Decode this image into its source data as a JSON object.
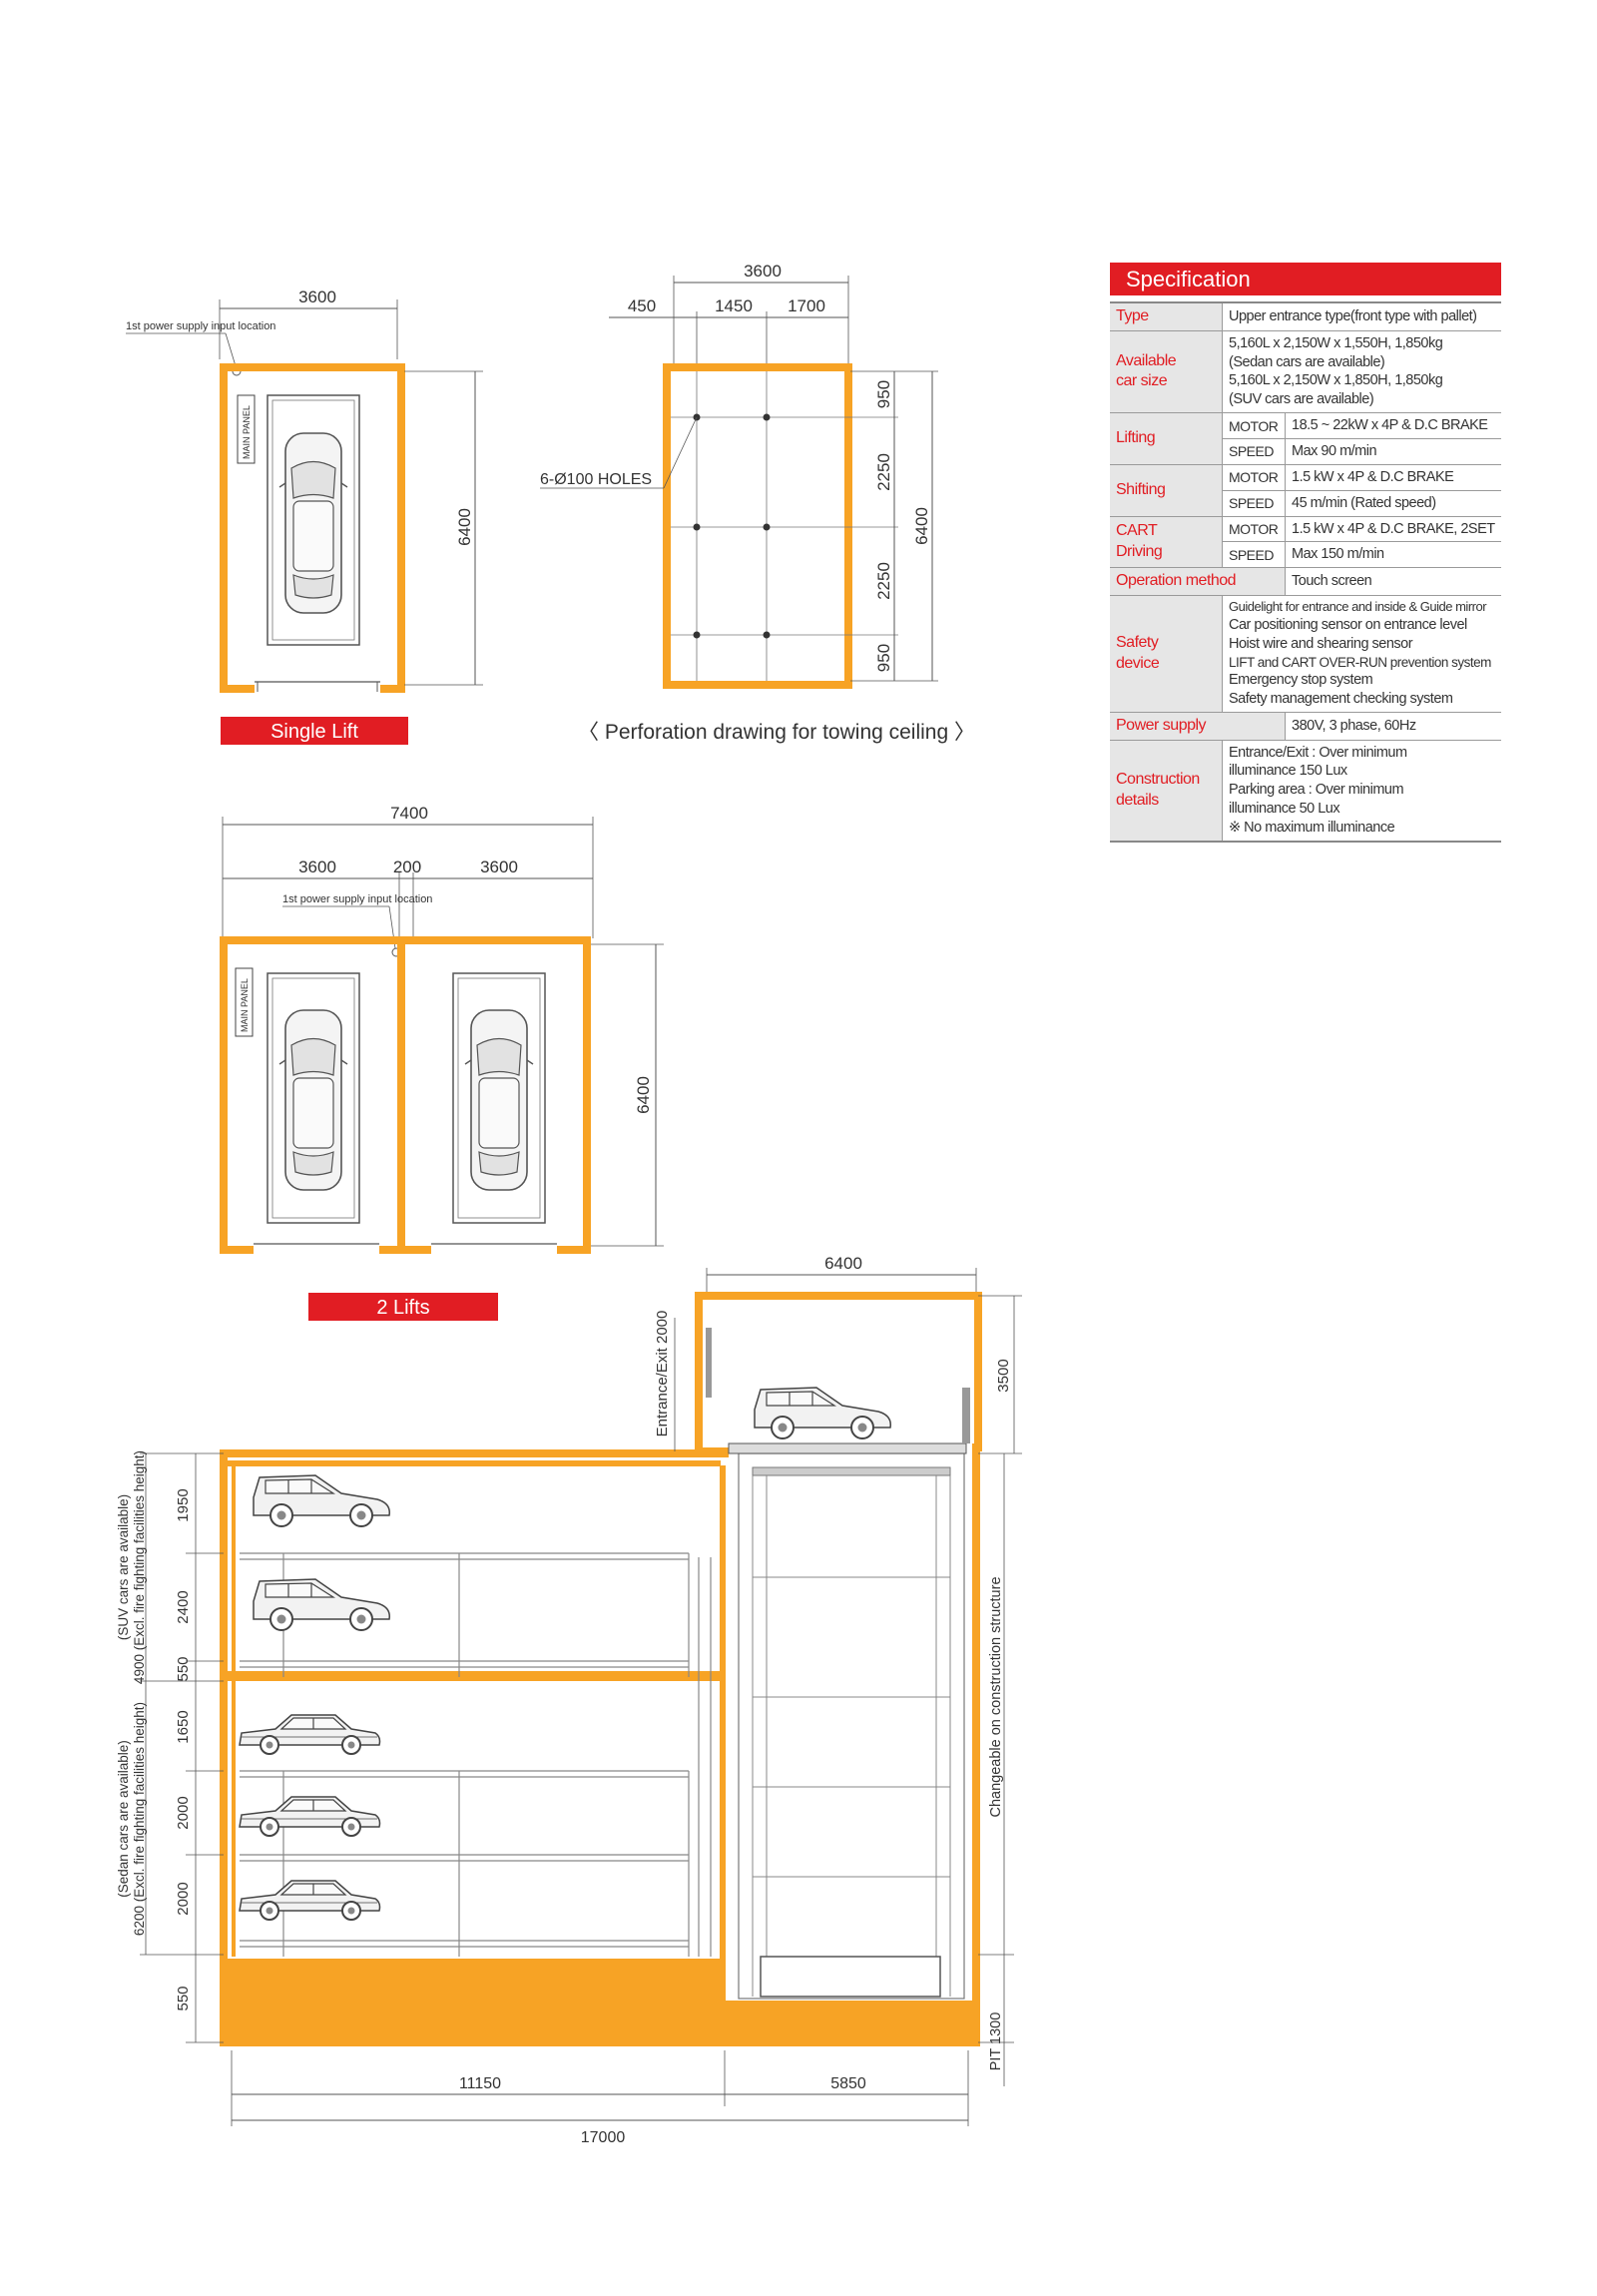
{
  "colors": {
    "accent": "#e11d23",
    "frame": "#f7a325",
    "frame_dark": "#e8911a",
    "line": "#333333"
  },
  "single_lift": {
    "caption": "Single Lift",
    "dim_width": "3600",
    "dim_length": "6400",
    "power_note": "1st power supply input location",
    "main_panel": "MAIN PANEL"
  },
  "perforation": {
    "caption": "〈 Perforation drawing for towing ceiling 〉",
    "dim_total": "3600",
    "dim_left": "450",
    "dim_mid": "1450",
    "dim_right": "1700",
    "holes_label": "6-Ø100 HOLES",
    "dims_vertical": [
      "950",
      "2250",
      "2250",
      "950"
    ],
    "dim_length": "6400"
  },
  "two_lifts": {
    "caption": "2 Lifts",
    "dim_total": "7400",
    "dim_left": "3600",
    "dim_mid": "200",
    "dim_right": "3600",
    "dim_length": "6400",
    "power_note": "1st power supply input location",
    "main_panel": "MAIN PANEL"
  },
  "section": {
    "dim_top": "6400",
    "dim_3500": "3500",
    "entrance_label": "Entrance/Exit 2000",
    "suv_label_1": "(SUV cars are available)",
    "suv_label_2": "4900 (Excl. fire fighting facilities height)",
    "sedan_label_1": "(Sedan cars are available)",
    "sedan_label_2": "6200 (Excl. fire fighting facilities height)",
    "dims_left": [
      "1950",
      "2400",
      "550",
      "1650",
      "2000",
      "2000",
      "550"
    ],
    "changeable_label": "Changeable on construction structure",
    "pit_label": "PIT 1300",
    "dim_bottom_left": "11150",
    "dim_bottom_right": "5850",
    "dim_bottom_total": "17000"
  },
  "spec": {
    "title": "Specification",
    "type_label": "Type",
    "type_value": "Upper entrance type(front type with pallet)",
    "car_size_label_1": "Available",
    "car_size_label_2": "car size",
    "car_size_lines": [
      "5,160L x 2,150W x 1,550H, 1,850kg",
      "(Sedan cars are available)",
      "5,160L x 2,150W x 1,850H, 1,850kg",
      "(SUV cars are available)"
    ],
    "lifting_label": "Lifting",
    "lifting_motor_key": "MOTOR",
    "lifting_motor": "18.5 ~ 22kW x 4P & D.C BRAKE",
    "lifting_speed_key": "SPEED",
    "lifting_speed": "Max 90 m/min",
    "shifting_label": "Shifting",
    "shifting_motor_key": "MOTOR",
    "shifting_motor": "1.5 kW x 4P & D.C BRAKE",
    "shifting_speed_key": "SPEED",
    "shifting_speed": "45 m/min (Rated speed)",
    "cart_label_1": "CART",
    "cart_label_2": "Driving",
    "cart_motor_key": "MOTOR",
    "cart_motor": "1.5 kW x 4P & D.C BRAKE, 2SET",
    "cart_speed_key": "SPEED",
    "cart_speed": "Max 150 m/min",
    "operation_label": "Operation method",
    "operation_value": "Touch screen",
    "safety_label_1": "Safety",
    "safety_label_2": "device",
    "safety_lines": [
      "Guidelight for entrance and inside & Guide mirror",
      "Car positioning sensor on entrance level",
      "Hoist wire and shearing sensor",
      "LIFT and CART OVER-RUN prevention system",
      "Emergency stop system",
      "Safety management checking system"
    ],
    "power_label": "Power supply",
    "power_value": "380V, 3 phase, 60Hz",
    "construction_label_1": "Construction",
    "construction_label_2": "details",
    "construction_lines": [
      "Entrance/Exit : Over minimum",
      "illuminance 150 Lux",
      "Parking area : Over minimum",
      "illuminance 50 Lux",
      "※ No maximum illuminance"
    ]
  }
}
